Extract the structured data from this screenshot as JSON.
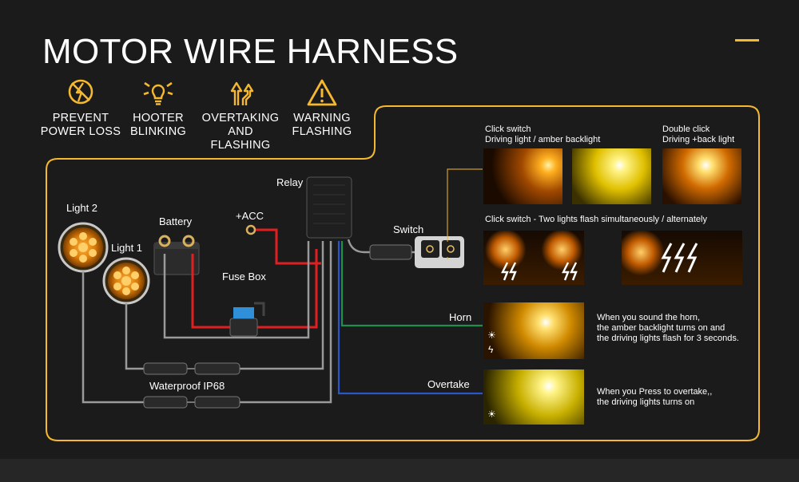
{
  "title": "MOTOR WIRE HARNESS",
  "features": [
    {
      "line1": "PREVENT",
      "line2": "POWER LOSS",
      "icon": "power-loss-icon"
    },
    {
      "line1": "HOOTER",
      "line2": "BLINKING",
      "icon": "hooter-bulb-icon"
    },
    {
      "line1": "OVERTAKING",
      "line2": "AND FLASHING",
      "icon": "overtake-arrows-icon"
    },
    {
      "line1": "WARNING",
      "line2": "FLASHING",
      "icon": "warning-triangle-icon"
    }
  ],
  "diagram": {
    "relay": "Relay",
    "acc": "+ACC",
    "battery": "Battery",
    "light2": "Light 2",
    "light1": "Light 1",
    "fuse_box": "Fuse Box",
    "switch": "Switch",
    "waterproof": "Waterproof IP68",
    "horn": "Horn",
    "overtake": "Overtake"
  },
  "modes": {
    "click_title": "Click switch",
    "click_sub": "Driving light / amber backlight",
    "double_title": "Double click",
    "double_sub": "Driving +back light",
    "flash_caption": "Click switch - Two lights flash simultaneously / alternately",
    "horn_desc": "When you sound the horn,\nthe amber backlight turns on and\nthe driving lights flash for 3 seconds.",
    "overtake_desc": "When you Press to overtake,,\nthe driving lights turns on"
  },
  "colors": {
    "accent": "#f5b82e",
    "wire_red": "#e02020",
    "wire_green": "#1f8f4e",
    "wire_blue": "#2a56c8"
  }
}
